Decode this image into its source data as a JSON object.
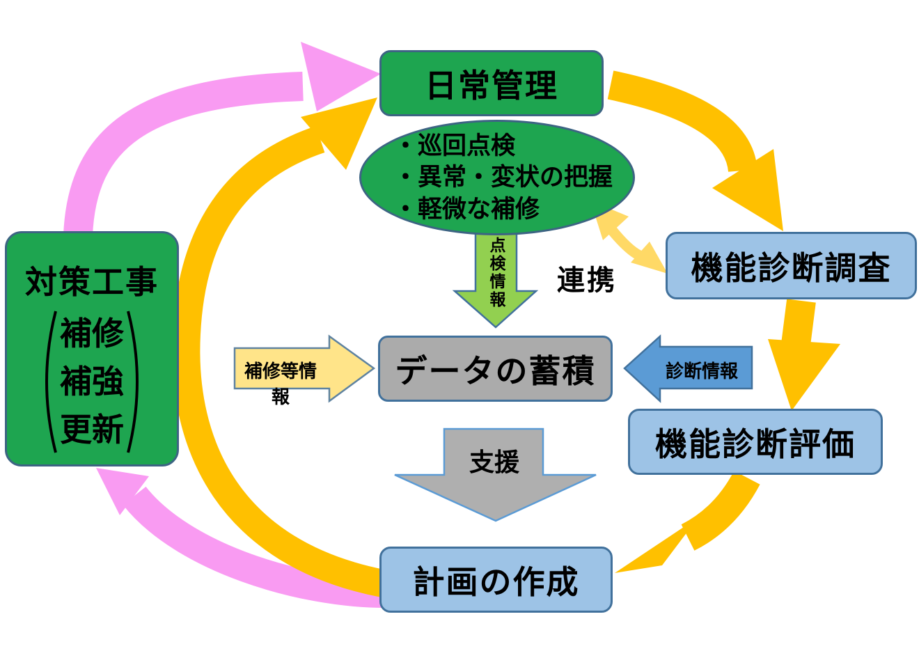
{
  "diagram": {
    "daily_management": "日常管理",
    "inspection_ellipse_lines": [
      "・巡回点検",
      "・異常・変状の把握",
      "・軽微な補修"
    ],
    "function_diagnosis_survey": "機能診断調査",
    "data_accumulation": "データの蓄積",
    "function_diagnosis_evaluation": "機能診断評価",
    "plan_creation": "計画の作成",
    "countermeasure_work": {
      "title": "対策工事",
      "items": [
        "補修",
        "補強",
        "更新"
      ]
    },
    "arrow_labels": {
      "inspection_info": "点検情報",
      "cooperation": "連携",
      "repair_info": "補修等情報",
      "diagnosis_info": "診断情報",
      "support": "支援"
    },
    "colors": {
      "node_green": "#1EA550",
      "node_green_border": "#3D6483",
      "node_light_blue": "#9DC3E6",
      "node_blue_border": "#41719C",
      "node_gray": "#ABABAB",
      "cycle_orange": "#FFC000",
      "cycle_pink": "#F99BF2",
      "inspection_arrow_green": "#92D050",
      "repair_arrow_yellow": "#FFE489",
      "diagnosis_arrow_blue": "#5B9BD5",
      "support_arrow_gray": "#AFAFAF",
      "cooperation_arrow_yellow": "#FFD966",
      "text": "#000000"
    }
  }
}
